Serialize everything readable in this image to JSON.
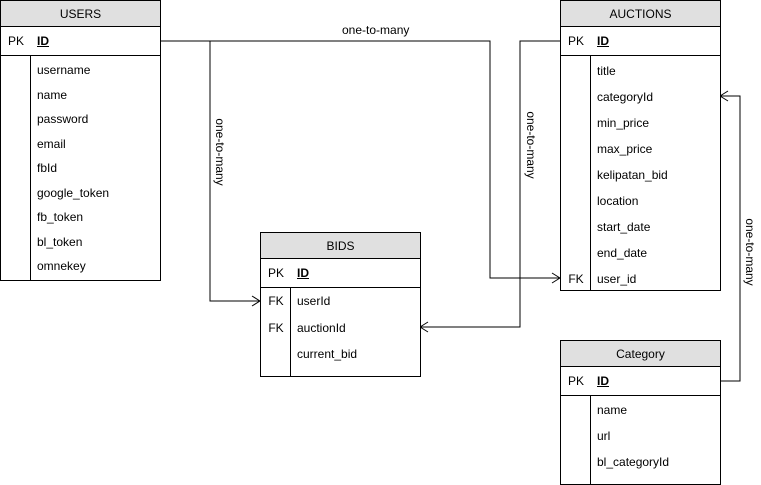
{
  "relations": {
    "users_auctions": "one-to-many",
    "users_bids": "one-to-many",
    "auctions_bids": "one-to-many",
    "category_auctions": "one-to-many"
  },
  "tables": {
    "users": {
      "name": "USERS",
      "pk": {
        "key": "PK",
        "field": "ID"
      },
      "fields": [
        {
          "key": "",
          "name": "username"
        },
        {
          "key": "",
          "name": "name"
        },
        {
          "key": "",
          "name": "password"
        },
        {
          "key": "",
          "name": "email"
        },
        {
          "key": "",
          "name": "fbId"
        },
        {
          "key": "",
          "name": "google_token"
        },
        {
          "key": "",
          "name": "fb_token"
        },
        {
          "key": "",
          "name": "bl_token"
        },
        {
          "key": "",
          "name": "omnekey"
        }
      ]
    },
    "auctions": {
      "name": "AUCTIONS",
      "pk": {
        "key": "PK",
        "field": "ID"
      },
      "fields": [
        {
          "key": "",
          "name": "title"
        },
        {
          "key": "",
          "name": "categoryId"
        },
        {
          "key": "",
          "name": "min_price"
        },
        {
          "key": "",
          "name": "max_price"
        },
        {
          "key": "",
          "name": "kelipatan_bid"
        },
        {
          "key": "",
          "name": "location"
        },
        {
          "key": "",
          "name": "start_date"
        },
        {
          "key": "",
          "name": "end_date"
        },
        {
          "key": "FK",
          "name": "user_id"
        }
      ]
    },
    "bids": {
      "name": "BIDS",
      "pk": {
        "key": "PK",
        "field": "ID"
      },
      "fields": [
        {
          "key": "FK",
          "name": "userId"
        },
        {
          "key": "FK",
          "name": "auctionId"
        },
        {
          "key": "",
          "name": "current_bid"
        }
      ]
    },
    "category": {
      "name": "Category",
      "pk": {
        "key": "PK",
        "field": "ID"
      },
      "fields": [
        {
          "key": "",
          "name": "name"
        },
        {
          "key": "",
          "name": "url"
        },
        {
          "key": "",
          "name": "bl_categoryId"
        }
      ]
    }
  }
}
